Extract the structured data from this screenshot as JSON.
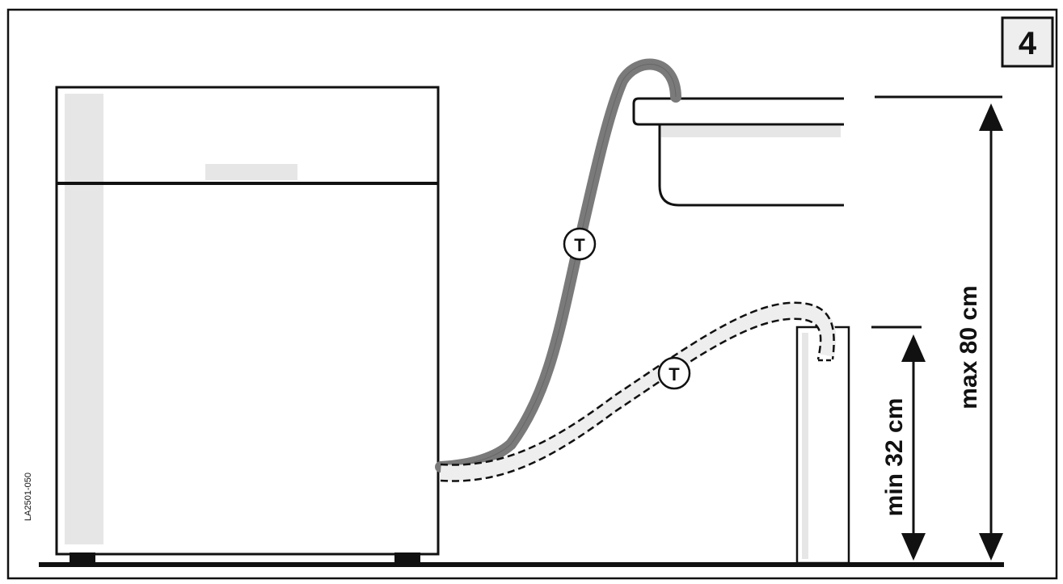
{
  "figure_number": "4",
  "figure_code": "LA2501-050",
  "hose_marker_upper": "T",
  "hose_marker_lower": "T",
  "dimension_max": "max 80 cm",
  "dimension_min": "min 32 cm",
  "colors": {
    "outline": "#111111",
    "hose_solid": "#7a7a7a",
    "hose_dashed_fill": "#eeeeee",
    "panel_shade": "#e6e6e6",
    "badge_fill": "#eeeeee"
  }
}
